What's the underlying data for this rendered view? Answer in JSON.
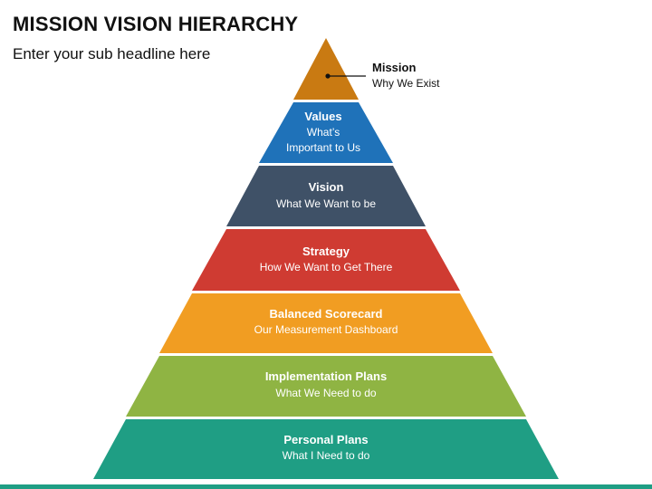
{
  "slide": {
    "title": "MISSION VISION HIERARCHY",
    "subtitle": "Enter your sub headline here"
  },
  "mission": {
    "title": "Mission",
    "subtitle": "Why We Exist",
    "color": "#c97a12"
  },
  "tiers": [
    {
      "title": "Values",
      "lines": [
        "What’s",
        "Important to Us"
      ],
      "color": "#1f72b9"
    },
    {
      "title": "Vision",
      "lines": [
        "What We Want to be"
      ],
      "color": "#3f5167"
    },
    {
      "title": "Strategy",
      "lines": [
        "How We Want to Get There"
      ],
      "color": "#cf3b32"
    },
    {
      "title": "Balanced Scorecard",
      "lines": [
        "Our Measurement Dashboard"
      ],
      "color": "#f19d22"
    },
    {
      "title": "Implementation Plans",
      "lines": [
        "What We Need to do"
      ],
      "color": "#8fb443"
    },
    {
      "title": "Personal Plans",
      "lines": [
        "What I Need to do"
      ],
      "color": "#1f9e84"
    }
  ],
  "accent_bar_color": "#1f9e84"
}
